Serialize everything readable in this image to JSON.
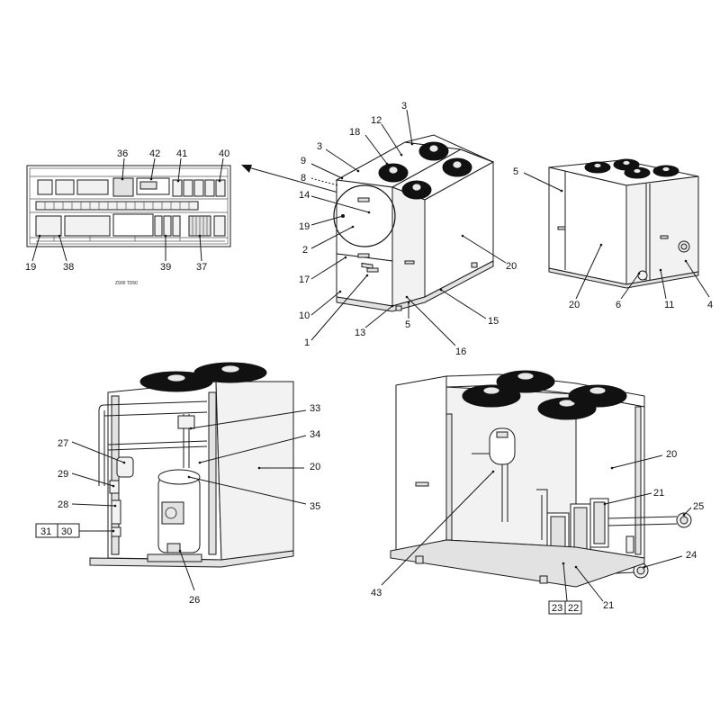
{
  "drawing_code": "Z900 TD50",
  "callouts": {
    "c1": "1",
    "c2": "2",
    "c3a": "3",
    "c3b": "3",
    "c4": "4",
    "c5a": "5",
    "c5b": "5",
    "c6": "6",
    "c8": "8",
    "c9": "9",
    "c10": "10",
    "c11": "11",
    "c12": "12",
    "c13": "13",
    "c14": "14",
    "c15": "15",
    "c16": "16",
    "c17": "17",
    "c18": "18",
    "c19a": "19",
    "c19b": "19",
    "c20a": "20",
    "c20b": "20",
    "c20c": "20",
    "c20d": "20",
    "c21a": "21",
    "c21b": "21",
    "c22": "22",
    "c23": "23",
    "c24": "24",
    "c25": "25",
    "c26": "26",
    "c27": "27",
    "c28": "28",
    "c29": "29",
    "c30": "30",
    "c31": "31",
    "c33": "33",
    "c34": "34",
    "c35": "35",
    "c36": "36",
    "c37": "37",
    "c38": "38",
    "c39": "39",
    "c40": "40",
    "c41": "41",
    "c42": "42",
    "c43": "43"
  }
}
